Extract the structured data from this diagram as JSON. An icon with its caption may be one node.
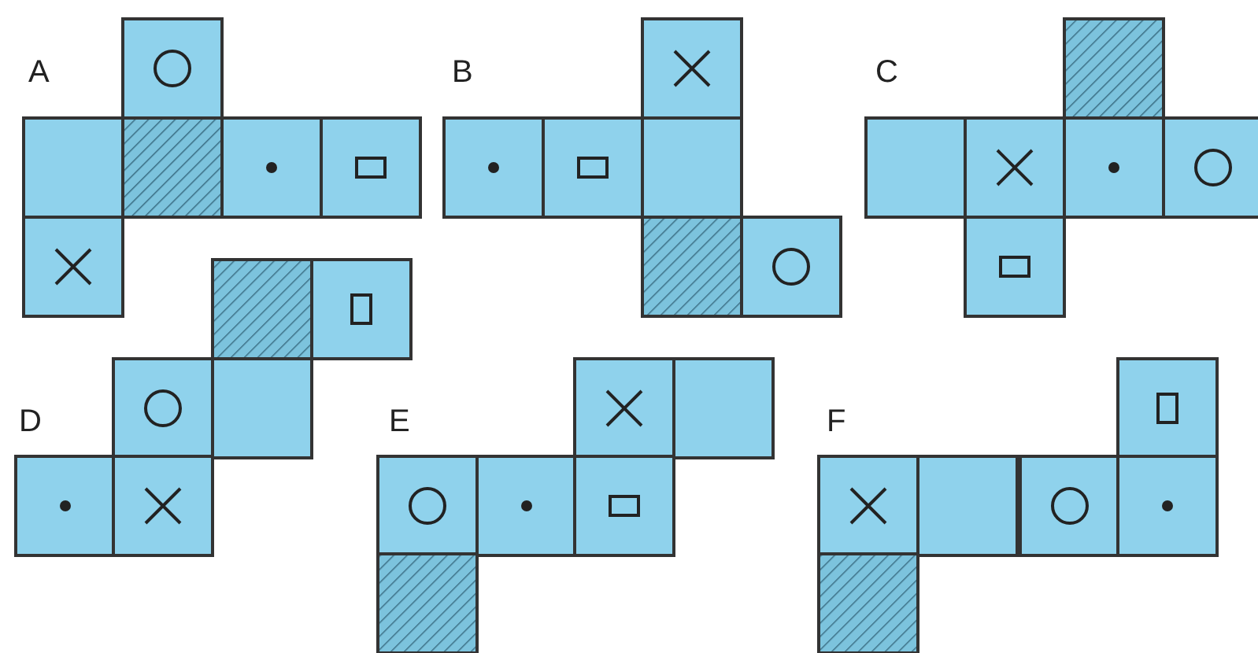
{
  "diagram": {
    "labels": [
      "A",
      "B",
      "C",
      "D",
      "E",
      "F"
    ]
  }
}
